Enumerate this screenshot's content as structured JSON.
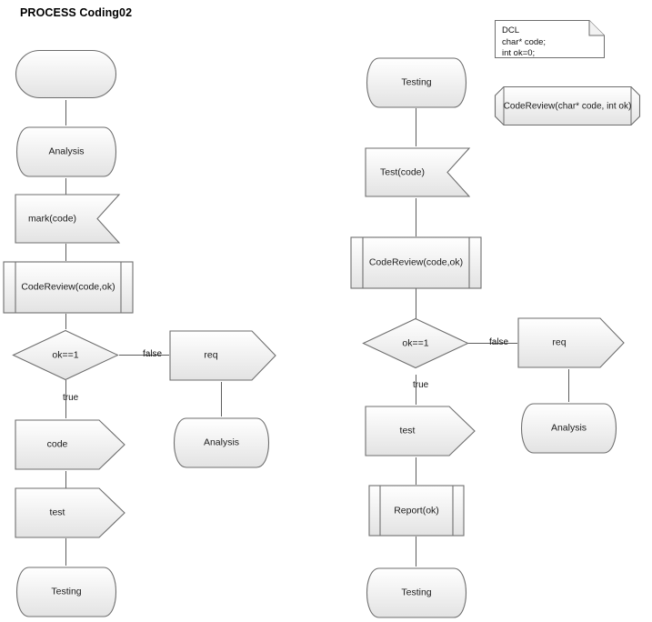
{
  "diagram": {
    "title": "PROCESS Coding02",
    "colors": {
      "stroke": "#6e6e6e",
      "stroke_dark": "#4a4a4a",
      "fill_top": "#ffffff",
      "fill_bottom": "#e6e6e6",
      "text": "#1b1b1b",
      "connector": "#5d5d5d",
      "shadow": "#c9c9c9",
      "background": "#ffffff"
    },
    "left_column": {
      "start": {
        "label": "",
        "shape": "stadium"
      },
      "nodes": [
        {
          "label": "Analysis",
          "shape": "delay"
        },
        {
          "label": "mark(code)",
          "shape": "notched-rect"
        },
        {
          "label": "CodeReview(code,ok)",
          "shape": "predefined-process"
        },
        {
          "label": "ok==1",
          "shape": "decision"
        },
        {
          "label": "code",
          "shape": "arrow-pentagon"
        },
        {
          "label": "test",
          "shape": "arrow-pentagon"
        },
        {
          "label": "Testing",
          "shape": "delay"
        }
      ],
      "branch": {
        "false_label": "false",
        "true_label": "true",
        "false_nodes": [
          {
            "label": "req",
            "shape": "arrow-pentagon"
          },
          {
            "label": "Analysis",
            "shape": "delay"
          }
        ]
      }
    },
    "right_column": {
      "nodes": [
        {
          "label": "Testing",
          "shape": "delay"
        },
        {
          "label": "Test(code)",
          "shape": "notched-rect"
        },
        {
          "label": "CodeReview(code,ok)",
          "shape": "predefined-process"
        },
        {
          "label": "ok==1",
          "shape": "decision"
        },
        {
          "label": "test",
          "shape": "arrow-pentagon"
        },
        {
          "label": "Report(ok)",
          "shape": "predefined-process"
        },
        {
          "label": "Testing",
          "shape": "delay"
        }
      ],
      "branch": {
        "false_label": "false",
        "true_label": "true",
        "false_nodes": [
          {
            "label": "req",
            "shape": "arrow-pentagon"
          },
          {
            "label": "Analysis",
            "shape": "delay"
          }
        ]
      }
    },
    "annotations": {
      "declaration_note": {
        "shape": "note-folded-corner",
        "lines": "DCL\nchar* code;\nint ok=0;"
      },
      "signature_box": {
        "shape": "octagon",
        "label": "CodeReview(char* code, int ok)"
      }
    }
  }
}
